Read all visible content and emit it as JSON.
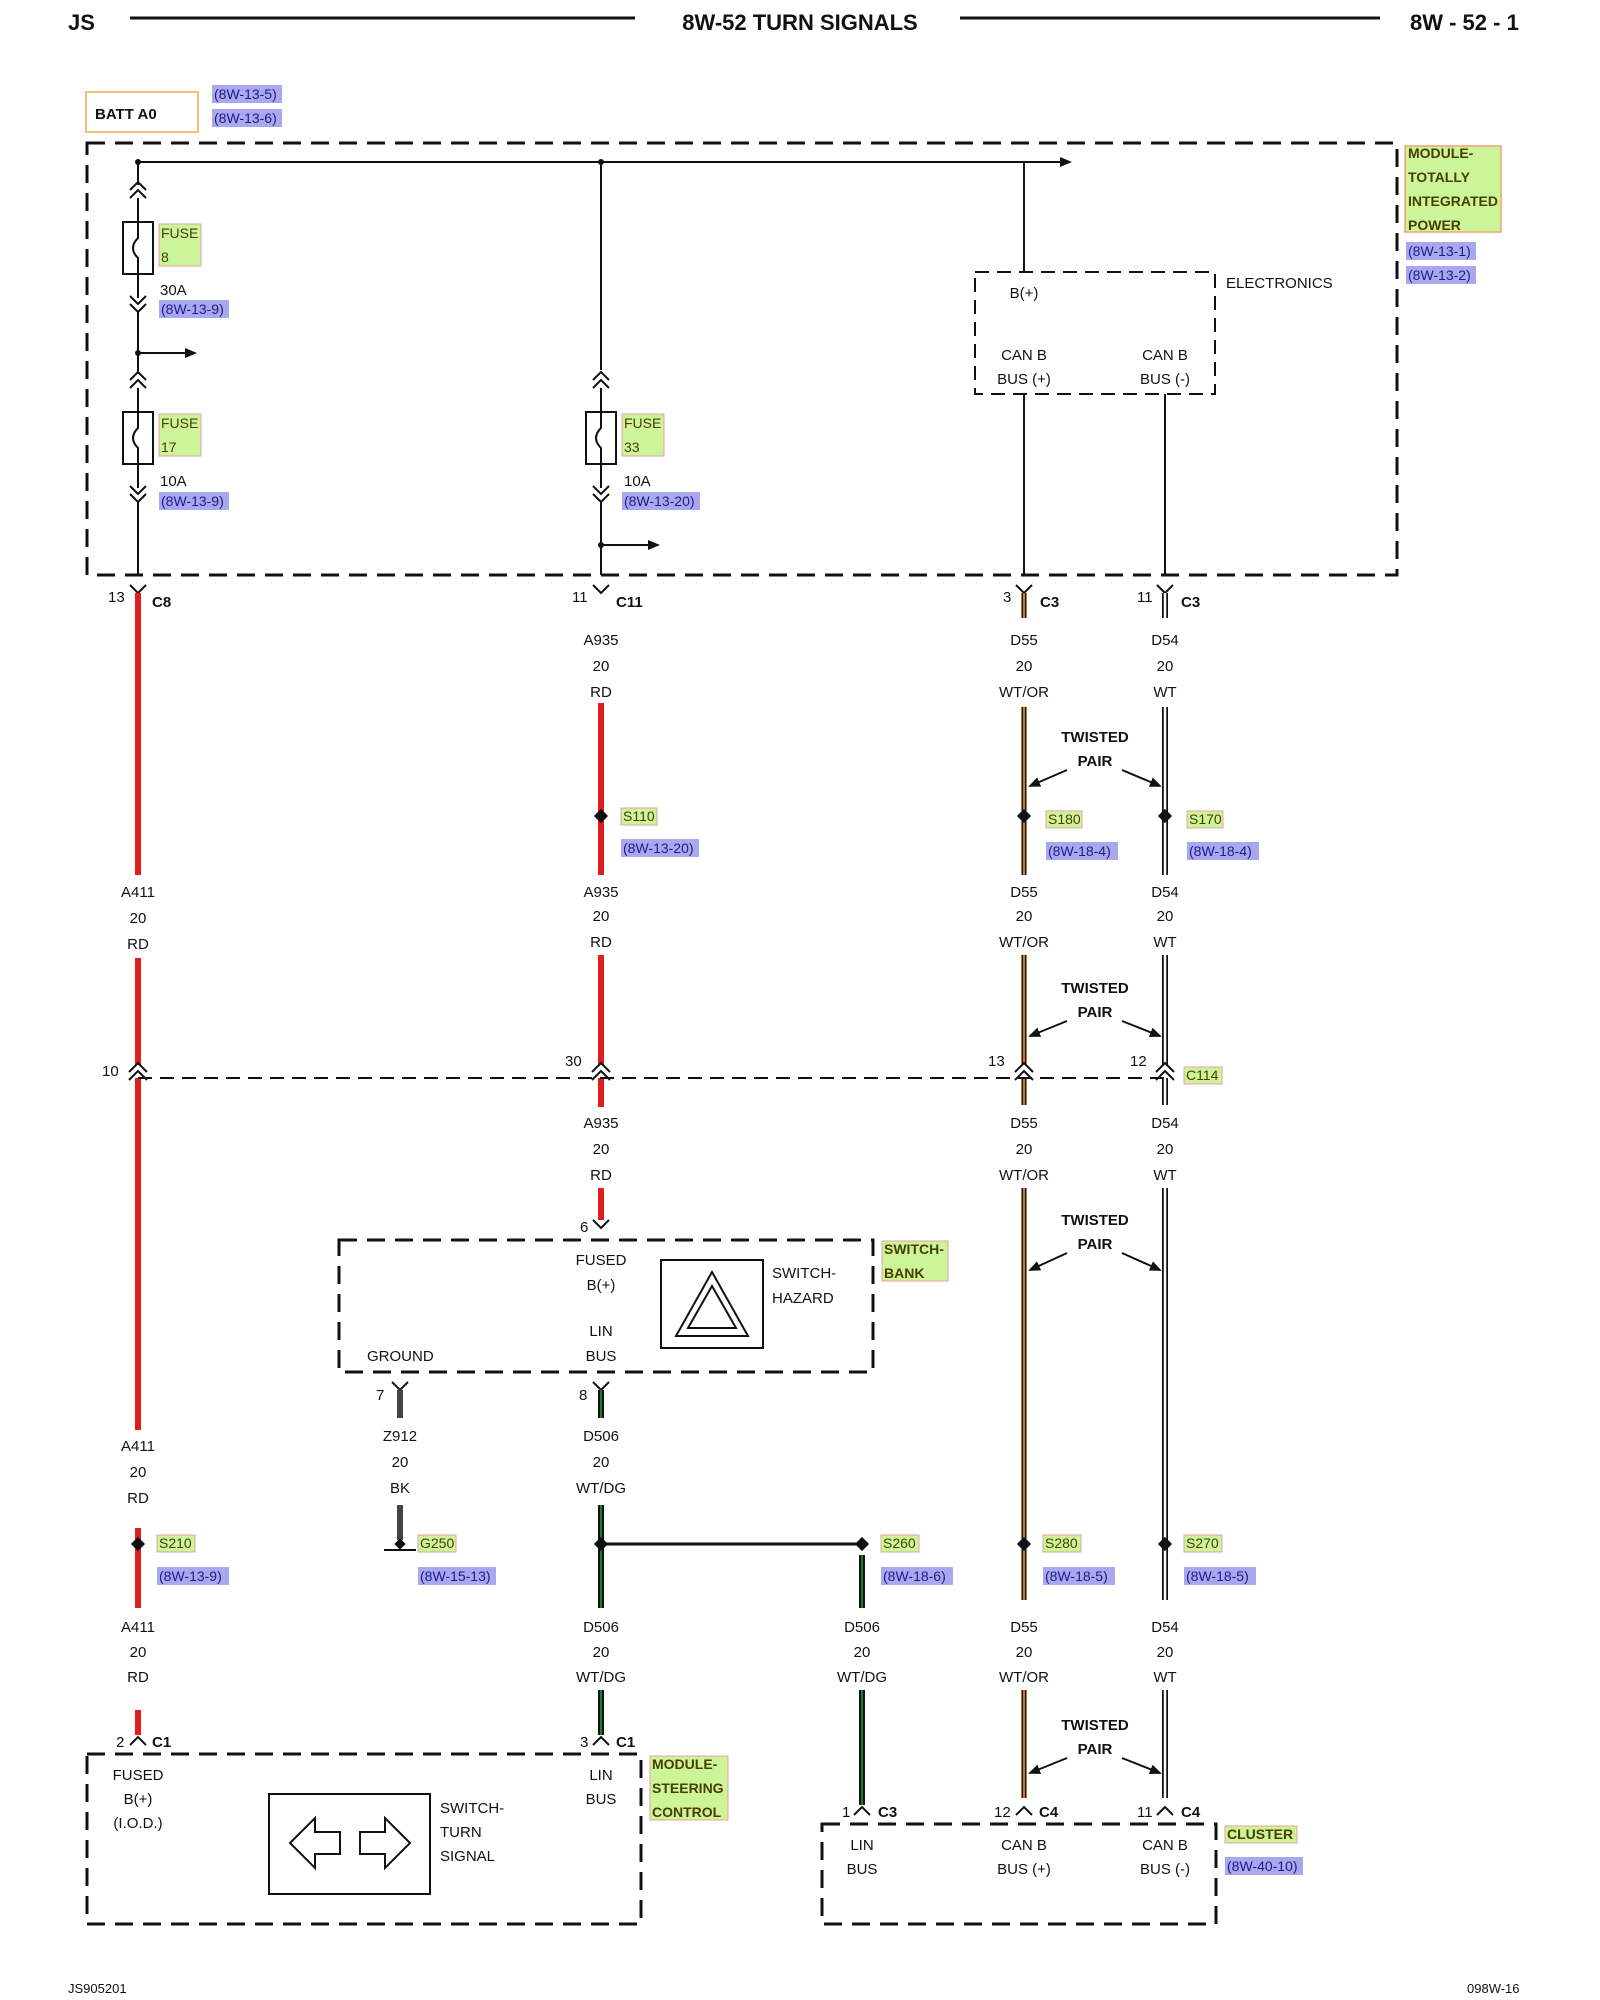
{
  "header": {
    "left": "JS",
    "title": "8W-52 TURN SIGNALS",
    "right": "8W - 52 - 1"
  },
  "footer": {
    "left": "JS905201",
    "right": "098W-16"
  },
  "batt": {
    "label": "BATT A0",
    "refs": [
      "(8W-13-5)",
      "(8W-13-6)"
    ]
  },
  "tipm": {
    "name_lines": [
      "MODULE-",
      "TOTALLY",
      "INTEGRATED",
      "POWER"
    ],
    "refs": [
      "(8W-13-1)",
      "(8W-13-2)"
    ],
    "electronics": "ELECTRONICS",
    "bplus": "B(+)",
    "canb_pos": [
      "CAN B",
      "BUS (+)"
    ],
    "canb_neg": [
      "CAN B",
      "BUS (-)"
    ]
  },
  "fuses": [
    {
      "name": [
        "FUSE",
        "8"
      ],
      "rating": "30A",
      "ref": "(8W-13-9)"
    },
    {
      "name": [
        "FUSE",
        "17"
      ],
      "rating": "10A",
      "ref": "(8W-13-9)"
    },
    {
      "name": [
        "FUSE",
        "33"
      ],
      "rating": "10A",
      "ref": "(8W-13-20)"
    }
  ],
  "connectors": {
    "c8": {
      "pin": "13",
      "name": "C8"
    },
    "c11": {
      "pin": "11",
      "name": "C11"
    },
    "c3a": {
      "pin": "3",
      "name": "C3"
    },
    "c3b": {
      "pin": "11",
      "name": "C3"
    },
    "c114": {
      "pins": [
        "10",
        "30",
        "13",
        "12"
      ],
      "name": "C114"
    },
    "sb6": {
      "pin": "6"
    },
    "sb7": {
      "pin": "7"
    },
    "sb8": {
      "pin": "8"
    },
    "c1a": {
      "pin": "2",
      "name": "C1"
    },
    "c1b": {
      "pin": "3",
      "name": "C1"
    },
    "c3c": {
      "pin": "1",
      "name": "C3"
    },
    "c4a": {
      "pin": "12",
      "name": "C4"
    },
    "c4b": {
      "pin": "11",
      "name": "C4"
    }
  },
  "wires": {
    "a935_1": [
      "A935",
      "20",
      "RD"
    ],
    "d55_1": [
      "D55",
      "20",
      "WT/OR"
    ],
    "d54_1": [
      "D54",
      "20",
      "WT"
    ],
    "a411_1": [
      "A411",
      "20",
      "RD"
    ],
    "a935_2": [
      "A935",
      "20",
      "RD"
    ],
    "d55_2": [
      "D55",
      "20",
      "WT/OR"
    ],
    "d54_2": [
      "D54",
      "20",
      "WT"
    ],
    "a935_3": [
      "A935",
      "20",
      "RD"
    ],
    "d55_3": [
      "D55",
      "20",
      "WT/OR"
    ],
    "d54_3": [
      "D54",
      "20",
      "WT"
    ],
    "a411_2": [
      "A411",
      "20",
      "RD"
    ],
    "z912": [
      "Z912",
      "20",
      "BK"
    ],
    "d506_1": [
      "D506",
      "20",
      "WT/DG"
    ],
    "a411_3": [
      "A411",
      "20",
      "RD"
    ],
    "d506_2": [
      "D506",
      "20",
      "WT/DG"
    ],
    "d506_3": [
      "D506",
      "20",
      "WT/DG"
    ],
    "d55_4": [
      "D55",
      "20",
      "WT/OR"
    ],
    "d54_4": [
      "D54",
      "20",
      "WT"
    ]
  },
  "twisted_pair": [
    "TWISTED",
    "PAIR"
  ],
  "splices": {
    "s110": {
      "name": "S110",
      "ref": "(8W-13-20)"
    },
    "s180": {
      "name": "S180",
      "ref": "(8W-18-4)"
    },
    "s170": {
      "name": "S170",
      "ref": "(8W-18-4)"
    },
    "s210": {
      "name": "S210",
      "ref": "(8W-13-9)"
    },
    "g250": {
      "name": "G250",
      "ref": "(8W-15-13)"
    },
    "s260": {
      "name": "S260",
      "ref": "(8W-18-6)"
    },
    "s280": {
      "name": "S280",
      "ref": "(8W-18-5)"
    },
    "s270": {
      "name": "S270",
      "ref": "(8W-18-5)"
    }
  },
  "switch_bank": {
    "name_lines": [
      "SWITCH-",
      "BANK"
    ],
    "fused": [
      "FUSED",
      "B(+)"
    ],
    "hazard": [
      "SWITCH-",
      "HAZARD"
    ],
    "ground": "GROUND",
    "lin": [
      "LIN",
      "BUS"
    ]
  },
  "scm": {
    "name_lines": [
      "MODULE-",
      "STEERING",
      "CONTROL"
    ],
    "fused": [
      "FUSED",
      "B(+)",
      "(I.O.D.)"
    ],
    "turn": [
      "SWITCH-",
      "TURN",
      "SIGNAL"
    ],
    "lin": [
      "LIN",
      "BUS"
    ]
  },
  "cluster": {
    "name": "CLUSTER",
    "ref": "(8W-40-10)",
    "lin": [
      "LIN",
      "BUS"
    ],
    "canb_pos": [
      "CAN B",
      "BUS (+)"
    ],
    "canb_neg": [
      "CAN B",
      "BUS (-)"
    ]
  },
  "colors": {
    "rd": "#e01e1e",
    "bk": "#444444",
    "or": "#e07a10",
    "dg": "#1f7a2a",
    "label_bg": "#ccf59a",
    "label_border": "#e8a0a0",
    "ref_bg": "#a9a7ee"
  }
}
